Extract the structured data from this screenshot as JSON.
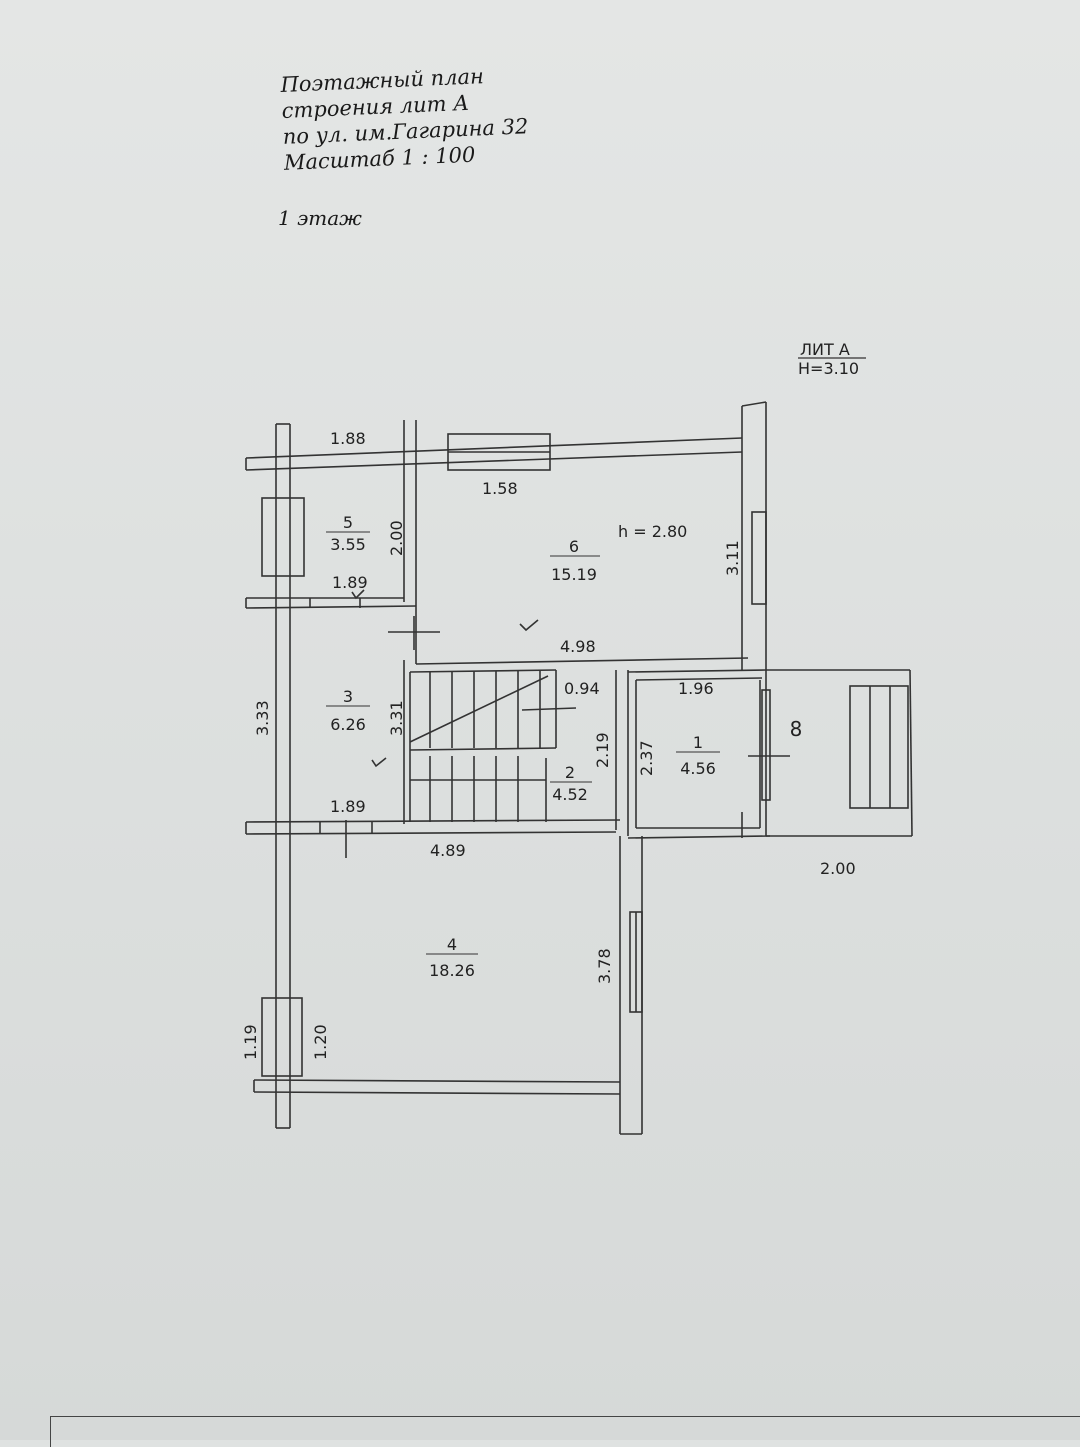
{
  "title": {
    "line1": "Поэтажный план",
    "line2": "строения лит  А",
    "line3": "по ул. им.Гагарина  32",
    "line4": "Масштаб   1 : 100"
  },
  "floor_label": "1 этаж",
  "lit": {
    "name": "ЛИТ  А",
    "height": "H=3.10"
  },
  "ceiling_height": "h  =  2.80",
  "rooms": [
    {
      "number": "5",
      "area": "3.55"
    },
    {
      "number": "6",
      "area": "15.19"
    },
    {
      "number": "3",
      "area": "6.26"
    },
    {
      "number": "2",
      "area": "4.52"
    },
    {
      "number": "1",
      "area": "4.56"
    },
    {
      "number": "4",
      "area": "18.26"
    },
    {
      "number": "8",
      "area": ""
    }
  ],
  "dimensions": {
    "d_188": "1.88",
    "d_158": "1.58",
    "d_200_v": "2.00",
    "d_311": "3.11",
    "d_189_top": "1.89",
    "d_498": "4.98",
    "d_333": "3.33",
    "d_331": "3.31",
    "d_094": "0.94",
    "d_196": "1.96",
    "d_219": "2.19",
    "d_237": "2.37",
    "d_189_bottom": "1.89",
    "d_489": "4.89",
    "d_200_h": "2.00",
    "d_378": "3.78",
    "d_119": "1.19",
    "d_120": "1.20"
  }
}
